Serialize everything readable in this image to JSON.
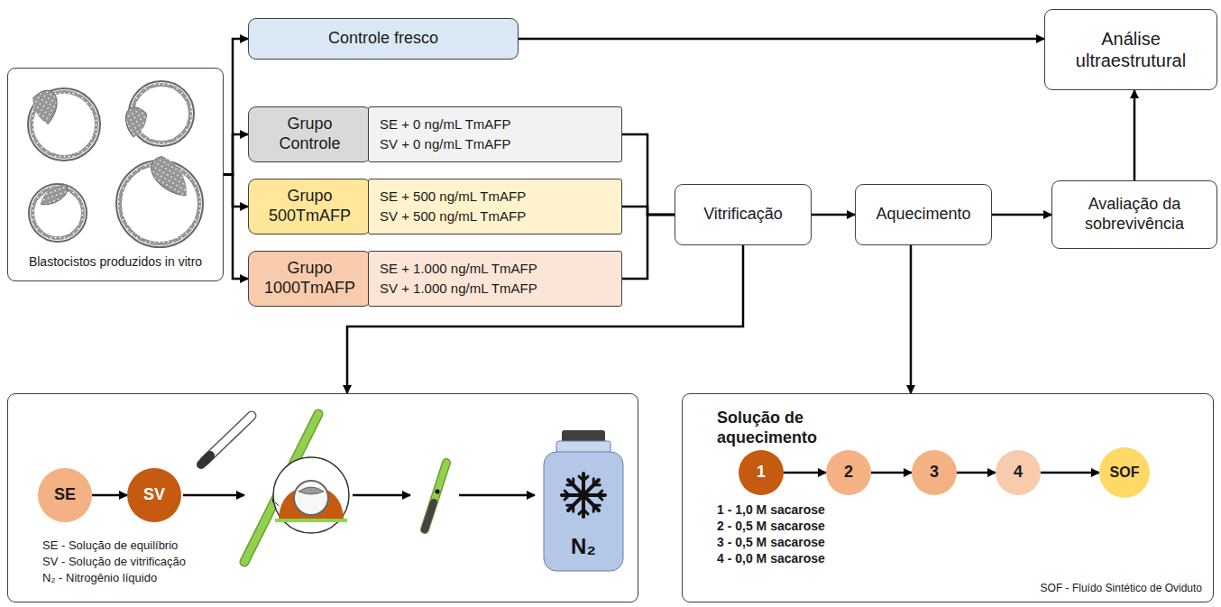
{
  "diagram": {
    "nodes": [
      {
        "text": [
          "Blastocistos produzidos in vitro"
        ]
      },
      {
        "text": [
          "Controle fresco"
        ]
      },
      {
        "text": [
          "Grupo Controle"
        ]
      },
      {
        "text": [
          "SE + 0 ng/mL TmAFP",
          "SV + 0 ng/mL TmAFP"
        ]
      },
      {
        "text": [
          "Grupo 500TmAFP"
        ]
      },
      {
        "text": [
          "SE + 500 ng/mL TmAFP",
          "SV + 500 ng/mL TmAFP"
        ]
      },
      {
        "text": [
          "Grupo 1000TmAFP"
        ]
      },
      {
        "text": [
          "SE + 1.000 ng/mL TmAFP",
          "SV + 1.000 ng/mL TmAFP"
        ]
      },
      {
        "text": [
          "Vitrificação"
        ]
      },
      {
        "text": [
          "Aquecimento"
        ]
      },
      {
        "text": [
          "Avaliação da sobrevivência"
        ]
      },
      {
        "text": [
          "Análise ultraestrutural"
        ]
      },
      {
        "text": [
          "SE - Solução de equilíbrio",
          "SV - Solução de vitrificação",
          "N₂ - Nitrogênio líquido"
        ]
      },
      {
        "text": [
          "SE"
        ],
        "in": 12
      },
      {
        "text": [
          "SV"
        ],
        "in": 12
      },
      {
        "text": [
          "N₂"
        ],
        "in": 12
      },
      {
        "text": [
          "Solução de aquecimento",
          "1 - 1,0 M sacarose",
          "2 - 0,5 M sacarose",
          "3 - 0,5 M sacarose",
          "4 - 0,0 M sacarose",
          "SOF - Fluído Sintético de Oviduto"
        ]
      },
      {
        "text": [
          "1"
        ],
        "in": 16
      },
      {
        "text": [
          "2"
        ],
        "in": 16
      },
      {
        "text": [
          "3"
        ],
        "in": 16
      },
      {
        "text": [
          "4"
        ],
        "in": 16
      },
      {
        "text": [
          "SOF"
        ],
        "in": 16
      }
    ],
    "edges": [
      {
        "from": 0,
        "to": 1,
        "arrow": "to"
      },
      {
        "from": 0,
        "to": 2,
        "arrow": "to"
      },
      {
        "from": 0,
        "to": 4,
        "arrow": "to"
      },
      {
        "from": 0,
        "to": 6,
        "arrow": "to"
      },
      {
        "from": 1,
        "to": 11,
        "arrow": "to"
      },
      {
        "from": 3,
        "to": 8,
        "arrow": "none"
      },
      {
        "from": 5,
        "to": 8,
        "arrow": "none"
      },
      {
        "from": 7,
        "to": 8,
        "arrow": "none"
      },
      {
        "from": 8,
        "to": 9,
        "arrow": "to"
      },
      {
        "from": 9,
        "to": 10,
        "arrow": "to"
      },
      {
        "from": 10,
        "to": 11,
        "arrow": "to"
      },
      {
        "from": 8,
        "to": 12,
        "arrow": "to"
      },
      {
        "from": 9,
        "to": 16,
        "arrow": "to"
      },
      {
        "from": 13,
        "to": 14,
        "arrow": "to"
      },
      {
        "from": 17,
        "to": 18,
        "arrow": "to"
      },
      {
        "from": 18,
        "to": 19,
        "arrow": "to"
      },
      {
        "from": 19,
        "to": 20,
        "arrow": "to"
      },
      {
        "from": 20,
        "to": 21,
        "arrow": "to"
      }
    ]
  }
}
